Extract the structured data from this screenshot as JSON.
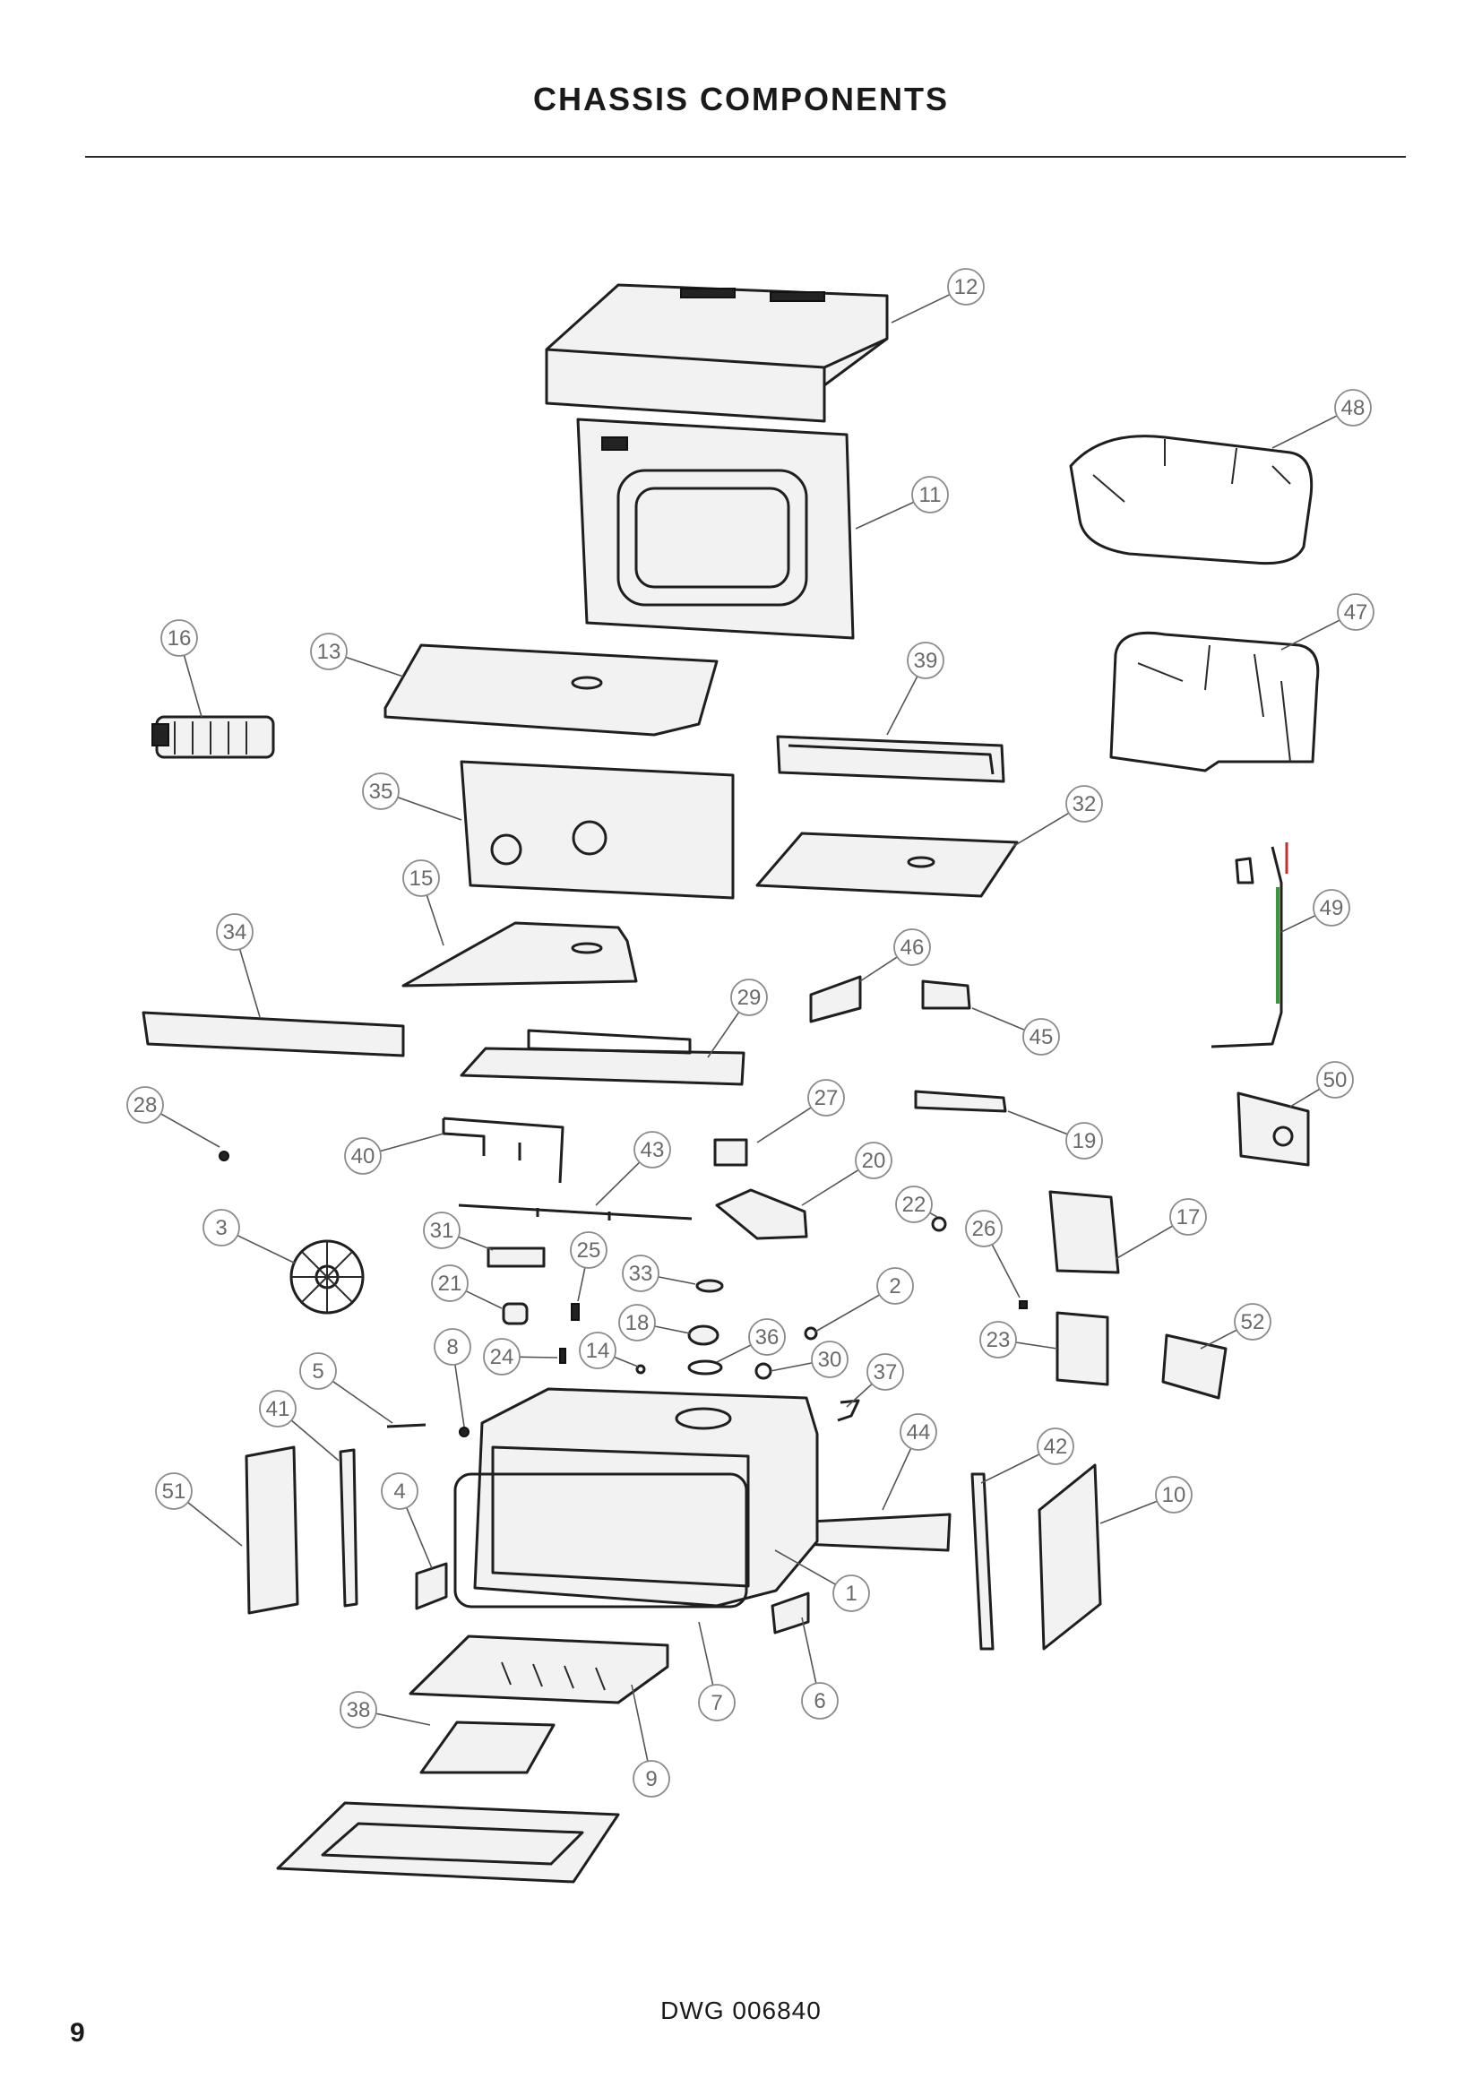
{
  "page": {
    "title": "CHASSIS COMPONENTS",
    "drawing_number": "DWG 006840",
    "page_number": "9"
  },
  "callouts": [
    "12",
    "48",
    "11",
    "47",
    "16",
    "13",
    "39",
    "35",
    "32",
    "15",
    "49",
    "34",
    "46",
    "29",
    "45",
    "50",
    "28",
    "27",
    "19",
    "40",
    "43",
    "20",
    "3",
    "31",
    "22",
    "26",
    "17",
    "25",
    "33",
    "21",
    "2",
    "18",
    "36",
    "23",
    "52",
    "8",
    "24",
    "14",
    "30",
    "37",
    "5",
    "41",
    "44",
    "42",
    "51",
    "4",
    "10",
    "1",
    "38",
    "7",
    "6",
    "9"
  ],
  "colors": {
    "text": "#1a1a1a",
    "line": "#1f1f1f",
    "callout_ring": "#8a8a8a",
    "callout_text": "#6a6a6a",
    "harness_green": "#3a9a3a",
    "harness_red": "#c03030"
  }
}
